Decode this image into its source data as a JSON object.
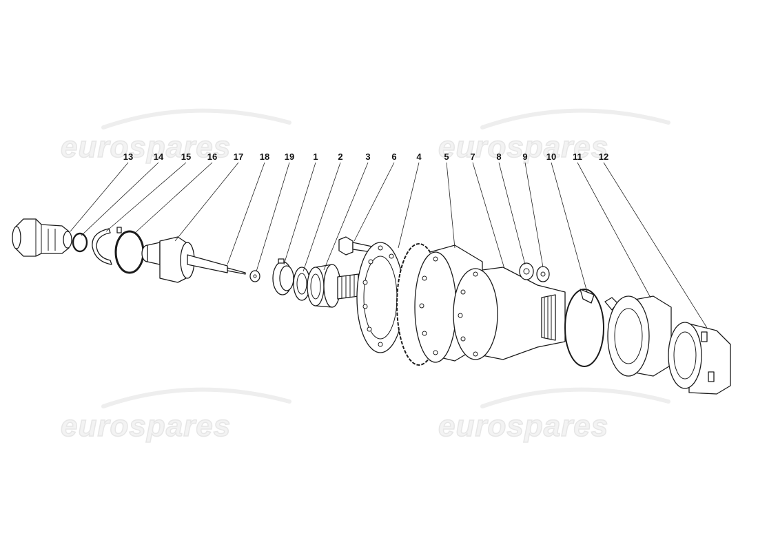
{
  "watermark": {
    "text": "eurospares",
    "color": "#e6e6e6"
  },
  "callouts": [
    {
      "id": "13",
      "label": "13"
    },
    {
      "id": "14",
      "label": "14"
    },
    {
      "id": "15",
      "label": "15"
    },
    {
      "id": "16",
      "label": "16"
    },
    {
      "id": "17",
      "label": "17"
    },
    {
      "id": "18",
      "label": "18"
    },
    {
      "id": "19",
      "label": "19"
    },
    {
      "id": "1",
      "label": "1"
    },
    {
      "id": "2",
      "label": "2"
    },
    {
      "id": "3",
      "label": "3"
    },
    {
      "id": "6",
      "label": "6"
    },
    {
      "id": "4",
      "label": "4"
    },
    {
      "id": "5",
      "label": "5"
    },
    {
      "id": "7",
      "label": "7"
    },
    {
      "id": "8",
      "label": "8"
    },
    {
      "id": "9",
      "label": "9"
    },
    {
      "id": "10",
      "label": "10"
    },
    {
      "id": "11",
      "label": "11"
    },
    {
      "id": "12",
      "label": "12"
    }
  ]
}
